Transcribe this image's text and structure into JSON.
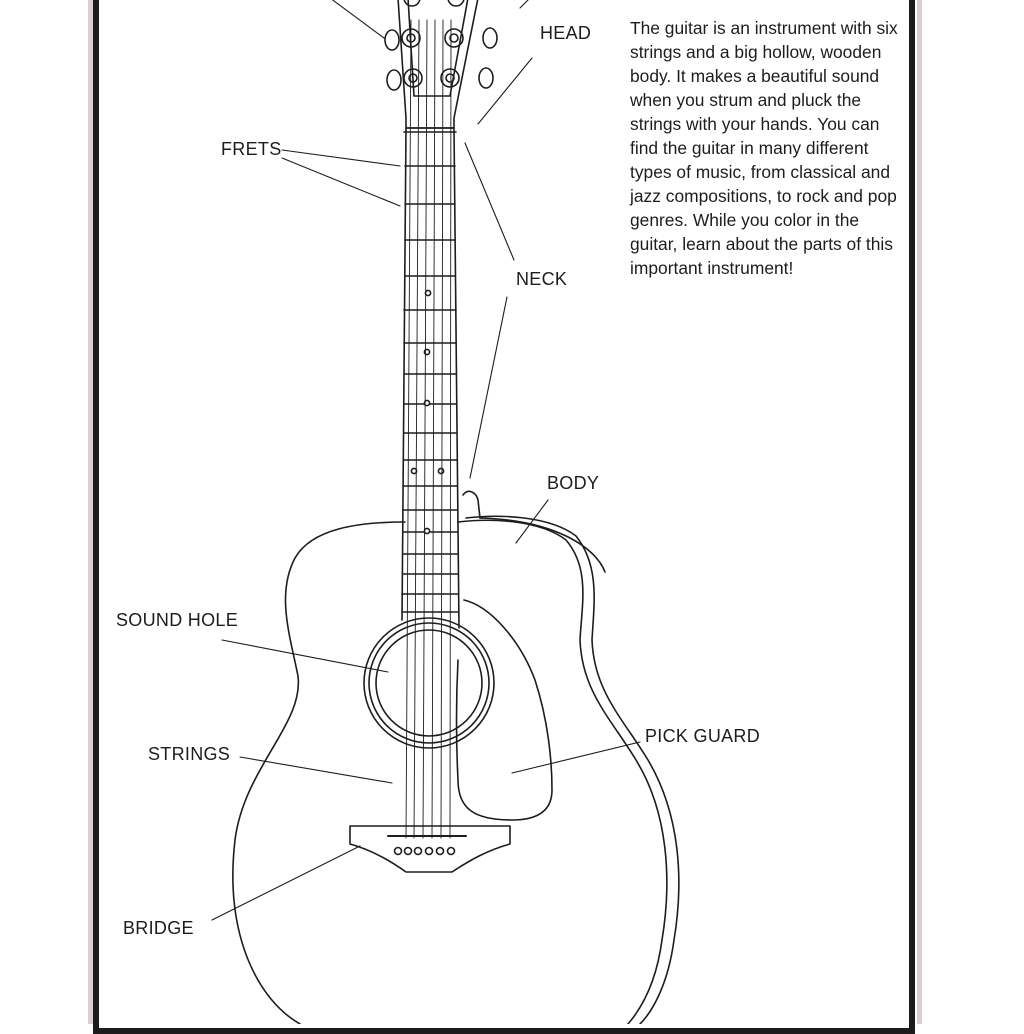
{
  "labels": {
    "head": "HEAD",
    "frets": "FRETS",
    "neck": "NECK",
    "body": "BODY",
    "sound_hole": "SOUND HOLE",
    "pick_guard": "PICK GUARD",
    "strings": "STRINGS",
    "bridge": "BRIDGE"
  },
  "description": "The guitar is an instrument with six strings and a big hollow, wooden body. It makes a beautiful sound when you strum and pluck the strings with your hands. You can find the guitar in many different types of music, from classical and jazz compositions, to rock and pop genres. While you color in the guitar, learn about the parts of this important instrument!",
  "colors": {
    "line": "#1d1d1d",
    "frame": "#1c1a1b",
    "frame_edge": "#d9cfd2"
  }
}
